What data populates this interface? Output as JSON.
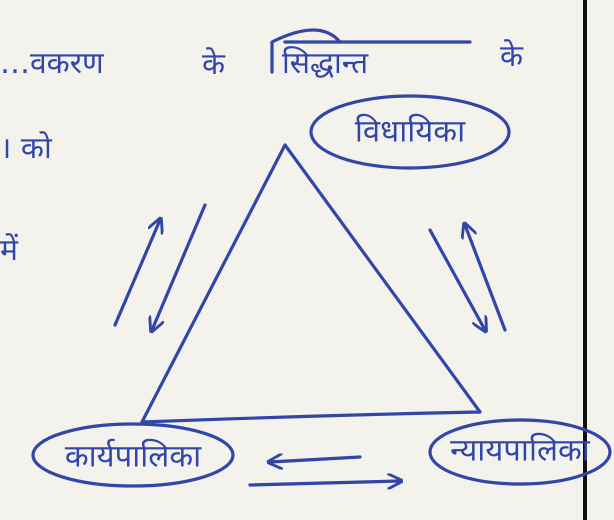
{
  "heading": {
    "part1": "…वकरण",
    "part2": "के",
    "part3": "सिद्धान्त",
    "part4": "के"
  },
  "left_text": {
    "line1": "। को",
    "line2": "में"
  },
  "nodes": {
    "top": "विधायिका",
    "bottom_left": "कार्यपालिका",
    "bottom_right": "न्यायपालिका"
  },
  "colors": {
    "ink": "#3246a8",
    "paper": "#f3f2ec",
    "margin": "#111111"
  }
}
